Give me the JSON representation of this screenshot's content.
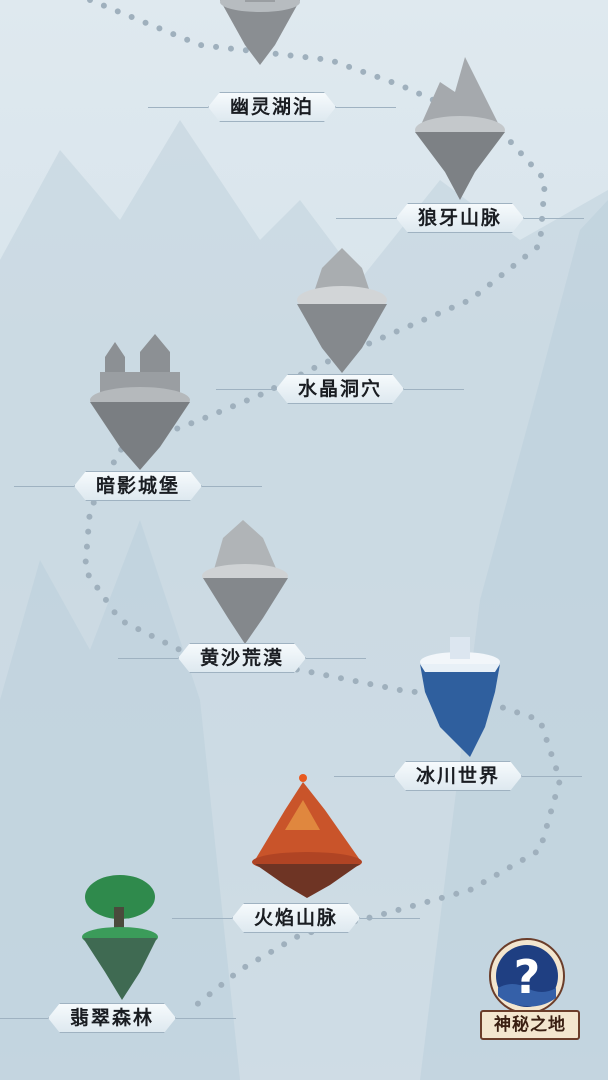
{
  "map": {
    "levels": [
      {
        "name": "幽灵湖泊",
        "theme": "grey"
      },
      {
        "name": "狼牙山脉",
        "theme": "grey"
      },
      {
        "name": "水晶洞穴",
        "theme": "grey"
      },
      {
        "name": "暗影城堡",
        "theme": "grey"
      },
      {
        "name": "黄沙荒漠",
        "theme": "grey"
      },
      {
        "name": "冰川世界",
        "theme": "ice"
      },
      {
        "name": "火焰山脉",
        "theme": "fire"
      },
      {
        "name": "翡翠森林",
        "theme": "forest"
      }
    ],
    "mystery": {
      "label": "神秘之地",
      "icon": "question-mark-icon"
    }
  },
  "colors": {
    "background": "#dbe6ed",
    "path_dots": "#9fb0bd",
    "ice": "#2f5f9e",
    "fire": "#c9542a",
    "forest": "#2f8a4c",
    "mystery_frame": "#6b3d2a"
  }
}
